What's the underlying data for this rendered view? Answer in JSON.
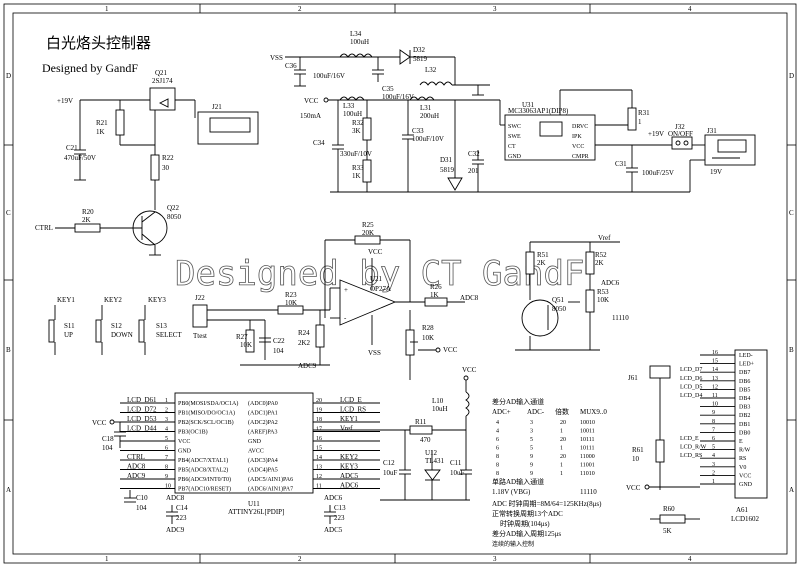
{
  "title": "白光烙头控制器",
  "subtitle": "Designed by GandF",
  "watermark": "Designed by CT GandF",
  "frame": {
    "cols": [
      "1",
      "2",
      "3",
      "4"
    ],
    "rows": [
      "D",
      "C",
      "B",
      "A"
    ]
  },
  "nets": {
    "vss": "VSS",
    "vcc": "VCC",
    "p19v": "+19V",
    "ctrl": "CTRL",
    "adc8": "ADC8",
    "adc9": "ADC9",
    "vref": "Vref",
    "ma150": "150mA",
    "adc6": "ADC6",
    "adc5": "ADC5",
    "vss2": "VSS"
  },
  "components": {
    "L34": {
      "ref": "L34",
      "val": "100uH"
    },
    "C36": {
      "ref": "C36",
      "val": "100uF/16V"
    },
    "D32": {
      "ref": "D32",
      "val": "5819"
    },
    "L32": {
      "ref": "L32",
      "val": ""
    },
    "L33": {
      "ref": "L33",
      "val": "100uH"
    },
    "C35": {
      "ref": "C35",
      "val": "100uF/16V"
    },
    "R32": {
      "ref": "R32",
      "val": "3K"
    },
    "L31": {
      "ref": "L31",
      "val": "200uH"
    },
    "C34": {
      "ref": "C34",
      "val": "330uF/10V"
    },
    "C33": {
      "ref": "C33",
      "val": "100uF/10V"
    },
    "R33": {
      "ref": "R33",
      "val": "1K"
    },
    "D31": {
      "ref": "D31",
      "val": "5819"
    },
    "C32": {
      "ref": "C32",
      "val": "201"
    },
    "U31": {
      "ref": "U31",
      "val": "MC33063AP1(DIP8)"
    },
    "R31": {
      "ref": "R31",
      "val": "1"
    },
    "J32": {
      "ref": "J32",
      "val": "ON/OFF"
    },
    "J31": {
      "ref": "J31",
      "val": "19V"
    },
    "C31": {
      "ref": "C31",
      "val": "100uF/25V"
    },
    "Q21": {
      "ref": "Q21",
      "val": "2SJ174"
    },
    "J21": {
      "ref": "J21",
      "val": ""
    },
    "R21": {
      "ref": "R21",
      "val": "1K"
    },
    "C21": {
      "ref": "C21",
      "val": "470uF/50V"
    },
    "R22": {
      "ref": "R22",
      "val": "30"
    },
    "Q22": {
      "ref": "Q22",
      "val": "8050"
    },
    "R20": {
      "ref": "R20",
      "val": "2K"
    },
    "KEY1": {
      "ref": "S11",
      "val": "UP",
      "net": "KEY1"
    },
    "KEY2": {
      "ref": "S12",
      "val": "DOWN",
      "net": "KEY2"
    },
    "KEY3": {
      "ref": "S13",
      "val": "SELECT",
      "net": "KEY3"
    },
    "J22": {
      "ref": "J22",
      "val": "Ttest"
    },
    "R23": {
      "ref": "R23",
      "val": "10K"
    },
    "R25": {
      "ref": "R25",
      "val": "20K"
    },
    "U21": {
      "ref": "U21",
      "val": "OP27A"
    },
    "R26": {
      "ref": "R26",
      "val": "1K"
    },
    "R27": {
      "ref": "R27",
      "val": "10K"
    },
    "C22": {
      "ref": "C22",
      "val": "104"
    },
    "R24": {
      "ref": "R24",
      "val": "2K2"
    },
    "R28": {
      "ref": "R28",
      "val": "10K"
    },
    "R51": {
      "ref": "R51",
      "val": "2K"
    },
    "R52": {
      "ref": "R52",
      "val": "2K"
    },
    "R53": {
      "ref": "R53",
      "val": "10K"
    },
    "Q51": {
      "ref": "Q51",
      "val": "8050"
    },
    "L10": {
      "ref": "L10",
      "val": "10uH"
    },
    "R11": {
      "ref": "R11",
      "val": "470"
    },
    "C12": {
      "ref": "C12",
      "val": "10uF"
    },
    "U12": {
      "ref": "U12",
      "val": "TL431"
    },
    "C11": {
      "ref": "C11",
      "val": "10uF"
    },
    "C10": {
      "ref": "C10",
      "val": "104"
    },
    "C14": {
      "ref": "C14",
      "val": "223"
    },
    "C13": {
      "ref": "C13",
      "val": "223"
    },
    "C18": {
      "ref": "C18",
      "val": "104"
    },
    "J61": {
      "ref": "J61",
      "val": ""
    },
    "R61": {
      "ref": "R61",
      "val": "10"
    },
    "R60": {
      "ref": "R60",
      "val": "5K"
    },
    "A61": {
      "ref": "A61",
      "val": "LCD1602"
    }
  },
  "mcu": {
    "ref": "U11",
    "part": "ATTINY26L[PDIP]",
    "left_pins": [
      {
        "num": "1",
        "name": "PB0(MOSI/SDA/OC1A)",
        "net": "LCD_D61"
      },
      {
        "num": "2",
        "name": "PB1(MISO/DO/OC1A)",
        "net": "LCD_D72"
      },
      {
        "num": "3",
        "name": "PB2(SCK/SCL/OC1B)",
        "net": "LCD_D53"
      },
      {
        "num": "4",
        "name": "PB3(OC1B)",
        "net": "LCD_D44"
      },
      {
        "num": "5",
        "name": "VCC",
        "net": ""
      },
      {
        "num": "6",
        "name": "GND",
        "net": ""
      },
      {
        "num": "7",
        "name": "PB4(ADC7/XTAL1)",
        "net": "CTRL"
      },
      {
        "num": "8",
        "name": "PB5(ADC8/XTAL2)",
        "net": "ADC8"
      },
      {
        "num": "9",
        "name": "PB6(ADC9/INT0/T0)",
        "net": "ADC9"
      },
      {
        "num": "10",
        "name": "PB7(ADC10/RESET)",
        "net": ""
      }
    ],
    "right_pins": [
      {
        "num": "20",
        "name": "(ADC0)PA0",
        "net": "LCD_E"
      },
      {
        "num": "19",
        "name": "(ADC1)PA1",
        "net": "LCD_RS"
      },
      {
        "num": "18",
        "name": "(ADC2)PA2",
        "net": "KEY1"
      },
      {
        "num": "17",
        "name": "(AREF)PA3",
        "net": "Vref"
      },
      {
        "num": "16",
        "name": "GND",
        "net": ""
      },
      {
        "num": "15",
        "name": "AVCC",
        "net": ""
      },
      {
        "num": "14",
        "name": "(ADC3)PA4",
        "net": "KEY2"
      },
      {
        "num": "13",
        "name": "(ADC4)PA5",
        "net": "KEY3"
      },
      {
        "num": "12",
        "name": "(ADC5/AIN1)PA6",
        "net": "ADC5"
      },
      {
        "num": "11",
        "name": "(ADC6/AIN1)PA7",
        "net": "ADC6"
      }
    ]
  },
  "lcd": {
    "pins": [
      {
        "num": "16",
        "name": "LED-",
        "net": ""
      },
      {
        "num": "15",
        "name": "LED+",
        "net": ""
      },
      {
        "num": "14",
        "name": "DB7",
        "net": "LCD_D7"
      },
      {
        "num": "13",
        "name": "DB6",
        "net": "LCD_D6"
      },
      {
        "num": "12",
        "name": "DB5",
        "net": "LCD_D5"
      },
      {
        "num": "11",
        "name": "DB4",
        "net": "LCD_D4"
      },
      {
        "num": "10",
        "name": "DB3",
        "net": ""
      },
      {
        "num": "9",
        "name": "DB2",
        "net": ""
      },
      {
        "num": "8",
        "name": "DB1",
        "net": ""
      },
      {
        "num": "7",
        "name": "DB0",
        "net": ""
      },
      {
        "num": "6",
        "name": "E",
        "net": "LCD_E"
      },
      {
        "num": "5",
        "name": "R/W",
        "net": "LCD_R/W"
      },
      {
        "num": "4",
        "name": "RS",
        "net": "LCD_RS"
      },
      {
        "num": "3",
        "name": "V0",
        "net": ""
      },
      {
        "num": "2",
        "name": "VCC",
        "net": ""
      },
      {
        "num": "1",
        "name": "GND",
        "net": ""
      }
    ]
  },
  "adc_table": {
    "heading": "差分AD输入通道",
    "columns": [
      "ADC+",
      "ADC-",
      "倍数",
      "MUX9..0"
    ],
    "rows": [
      [
        "4",
        "3",
        "20",
        "10010"
      ],
      [
        "4",
        "3",
        "1",
        "10011"
      ],
      [
        "6",
        "5",
        "20",
        "10111"
      ],
      [
        "6",
        "5",
        "1",
        "10111"
      ],
      [
        "8",
        "9",
        "20",
        "11000"
      ],
      [
        "8",
        "9",
        "1",
        "11001"
      ],
      [
        "8",
        "9",
        "1",
        "11010"
      ]
    ],
    "single_heading": "单路AD输入通道",
    "single_row": [
      "1.18V (VBG)",
      "11110"
    ],
    "notes": [
      "ADC 时钟周期=8M/64=125KHz(8μs)",
      "正常转换周期13个ADC",
      "时钟周期(104μs)",
      "差分AD输入周期125μs",
      "连续的输入控制"
    ]
  }
}
